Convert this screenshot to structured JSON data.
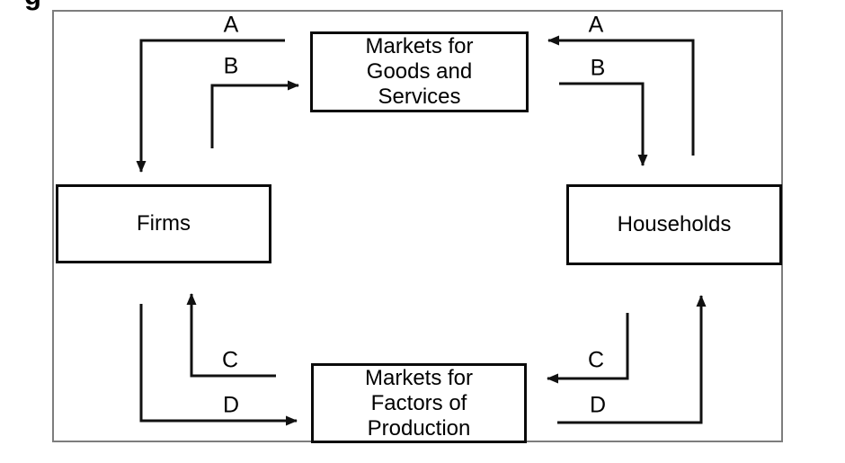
{
  "figure": {
    "clipped_text_fragment": "g"
  },
  "nodes": [
    {
      "id": "markets-goods",
      "lines": [
        "Markets for",
        "Goods and",
        "Services"
      ]
    },
    {
      "id": "firms",
      "lines": [
        "Firms"
      ]
    },
    {
      "id": "households",
      "lines": [
        "Households"
      ]
    },
    {
      "id": "markets-factors",
      "lines": [
        "Markets for",
        "Factors of",
        "Production"
      ]
    }
  ],
  "edges": [
    {
      "label": "A",
      "from": "markets-goods",
      "to": "firms",
      "position": "top-left"
    },
    {
      "label": "B",
      "from": "firms",
      "to": "markets-goods",
      "position": "top-left-inner"
    },
    {
      "label": "A",
      "from": "households",
      "to": "markets-goods",
      "position": "top-right"
    },
    {
      "label": "B",
      "from": "markets-goods",
      "to": "households",
      "position": "top-right-inner"
    },
    {
      "label": "C",
      "from": "markets-factors",
      "to": "firms",
      "position": "bottom-left-inner"
    },
    {
      "label": "D",
      "from": "firms",
      "to": "markets-factors",
      "position": "bottom-left"
    },
    {
      "label": "C",
      "from": "households",
      "to": "markets-factors",
      "position": "bottom-right-inner"
    },
    {
      "label": "D",
      "from": "markets-factors",
      "to": "households",
      "position": "bottom-right"
    }
  ],
  "colors": {
    "line": "#111111",
    "outer_border": "#7d7d7d",
    "background": "#ffffff",
    "text": "#000000"
  }
}
